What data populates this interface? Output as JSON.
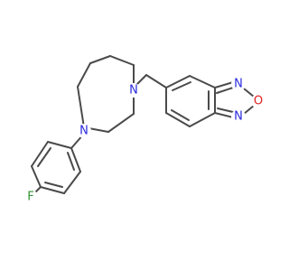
{
  "molecule": {
    "atoms": [
      {
        "id": "N1",
        "label": "N",
        "color": "#2a2adf"
      },
      {
        "id": "N2",
        "label": "N",
        "color": "#2a2adf"
      },
      {
        "id": "N3",
        "label": "N",
        "color": "#2a2adf"
      },
      {
        "id": "N4",
        "label": "N",
        "color": "#2a2adf"
      },
      {
        "id": "O1",
        "label": "O",
        "color": "#e02020"
      },
      {
        "id": "F1",
        "label": "F",
        "color": "#2f8f2f"
      }
    ],
    "bond_color": "#4a4a4a"
  }
}
